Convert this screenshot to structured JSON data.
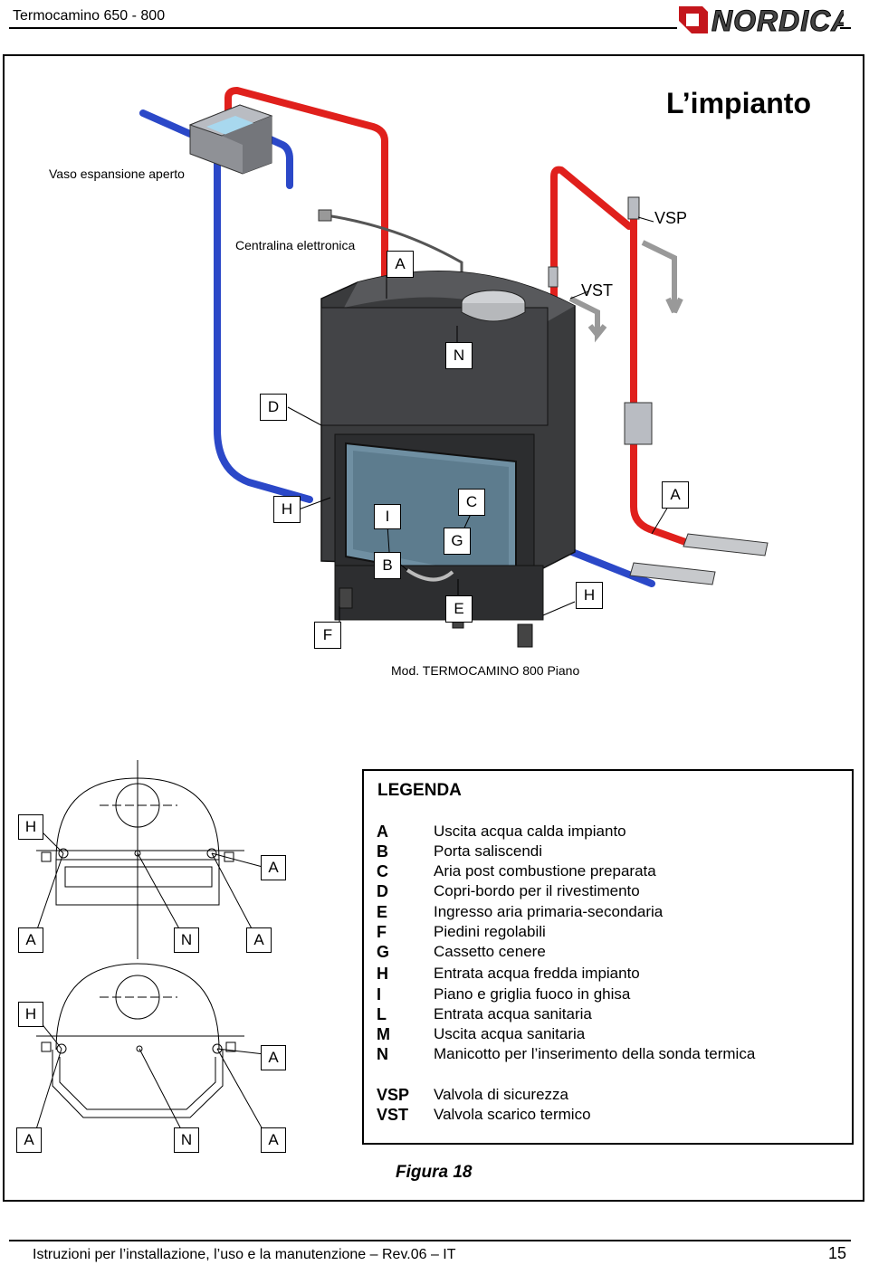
{
  "header": {
    "title": "Termocamino 650 - 800",
    "brand": "NORDICA"
  },
  "page_heading": "L’impianto",
  "diagram": {
    "labels": {
      "vaso": "Vaso espansione aperto",
      "centralina": "Centralina elettronica",
      "vsp": "VSP",
      "vst": "VST"
    },
    "boxes": [
      "A",
      "N",
      "D",
      "H",
      "I",
      "C",
      "A",
      "G",
      "B",
      "E",
      "H",
      "F"
    ],
    "caption_prefix": "Mod. TERMOCAMINO ",
    "caption_model": "800 Piano"
  },
  "plan_labels": {
    "top": [
      "H",
      "A",
      "A",
      "N",
      "A"
    ],
    "bottom": [
      "H",
      "A",
      "A",
      "N",
      "A"
    ]
  },
  "legend": {
    "title": "LEGENDA",
    "items": [
      {
        "key": "A",
        "text": "Uscita acqua calda impianto"
      },
      {
        "key": "B",
        "text": "Porta saliscendi"
      },
      {
        "key": "C",
        "text": "Aria post combustione preparata"
      },
      {
        "key": "D",
        "text": "Copri-bordo per il rivestimento"
      },
      {
        "key": "E",
        "text": "Ingresso aria primaria-secondaria"
      },
      {
        "key": "F",
        "text": "Piedini regolabili"
      },
      {
        "key": "G",
        "text": "Cassetto cenere"
      },
      {
        "key": "H",
        "text": "Entrata acqua fredda impianto"
      },
      {
        "key": "I",
        "text": "Piano e griglia fuoco in ghisa"
      },
      {
        "key": "L",
        "text": "Entrata acqua sanitaria"
      },
      {
        "key": "M",
        "text": "Uscita acqua sanitaria"
      },
      {
        "key": "N",
        "text": "Manicotto per l’inserimento della sonda termica"
      },
      {
        "key": "VSP",
        "text": "Valvola di sicurezza"
      },
      {
        "key": "VST",
        "text": "Valvola scarico termico"
      }
    ]
  },
  "figure_caption": "Figura 18",
  "footer": {
    "text_prefix": "Istruzioni per l’installazione, l’uso e la manutenzione ",
    "text_rev": "– Rev.06 –",
    "text_lang": " IT",
    "page_number": "15"
  },
  "colors": {
    "hot_pipe": "#e0201c",
    "cold_pipe": "#2b48c8",
    "body": "#3a3b3d",
    "glass": "#6f8fa2"
  }
}
